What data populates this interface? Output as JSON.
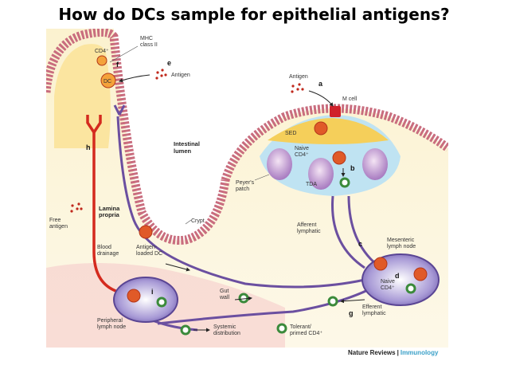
{
  "title": "How do DCs sample for epithelial antigens?",
  "labels": {
    "mhc": [
      "MHC",
      "class II"
    ],
    "cd4_top": "CD4⁺",
    "dc": "DC",
    "antigen_villus": "Antigen",
    "antigen_mcell": "Antigen",
    "m_cell": "M cell",
    "sed": "SED",
    "naive_cd4": [
      "Naive",
      "CD4⁺"
    ],
    "tda": "TDA",
    "peyers_patch": [
      "Peyer's",
      "patch"
    ],
    "intestinal_lumen": [
      "Intestinal",
      "lumen"
    ],
    "crypt": "Crypt",
    "lamina_propria": [
      "Lamina",
      "propria"
    ],
    "free_antigen": [
      "Free",
      "antigen"
    ],
    "blood_drainage": [
      "Blood",
      "drainage"
    ],
    "antigen_loaded_dc": [
      "Antigen-",
      "loaded DC"
    ],
    "afferent_lymphatic": [
      "Afferent",
      "lymphatic"
    ],
    "mesenteric_ln": [
      "Mesenteric",
      "lymph node"
    ],
    "naive_cd4_ln": [
      "Naive",
      "CD4⁺"
    ],
    "gut_wall": [
      "Gut",
      "wall"
    ],
    "efferent_lymphatic": [
      "Efferent",
      "lymphatic"
    ],
    "peripheral_ln": [
      "Peripheral",
      "lymph node"
    ],
    "systemic_distribution": [
      "Systemic",
      "distribution"
    ],
    "tolerant_primed": [
      "Tolerant/",
      "primed CD4⁺"
    ]
  },
  "letters": {
    "a": "a",
    "b": "b",
    "c": "c",
    "d": "d",
    "e": "e",
    "f": "f",
    "g": "g",
    "h": "h",
    "i": "i"
  },
  "credit": {
    "journal": "Nature Reviews",
    "separator": "|",
    "section": "Immunology"
  },
  "colors": {
    "lymphatic": "#6b4fa0",
    "blood": "#d42a1e",
    "villus_core": "#fbe39a",
    "background": "#fdf6dc",
    "lymph_node": "#7f6bb5",
    "dc_body": "#e05a28",
    "t_cell": "#4aa24a"
  }
}
